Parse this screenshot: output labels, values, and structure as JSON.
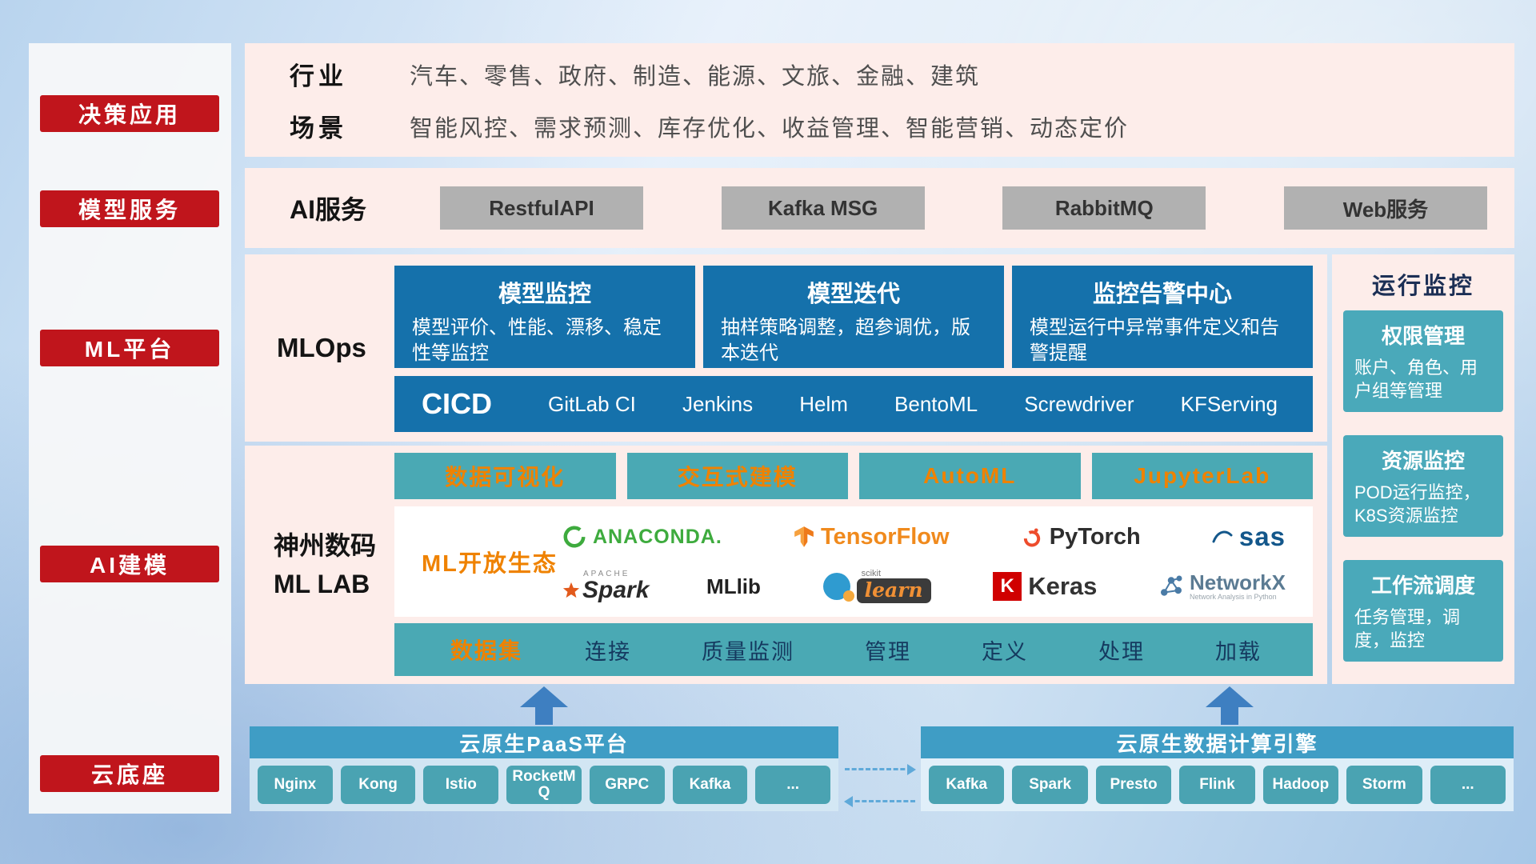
{
  "sidebar": {
    "items": [
      {
        "label": "决策应用"
      },
      {
        "label": "模型服务"
      },
      {
        "label": "ML平台"
      },
      {
        "label": "AI建模"
      },
      {
        "label": "云底座"
      }
    ]
  },
  "industry": {
    "rows": [
      {
        "label": "行业",
        "value": "汽车、零售、政府、制造、能源、文旅、金融、建筑"
      },
      {
        "label": "场景",
        "value": "智能风控、需求预测、库存优化、收益管理、智能营销、动态定价"
      }
    ]
  },
  "ai_service": {
    "label": "AI服务",
    "buttons": [
      "RestfulAPI",
      "Kafka MSG",
      "RabbitMQ",
      "Web服务"
    ]
  },
  "mlops": {
    "label": "MLOps",
    "cards": [
      {
        "title": "模型监控",
        "desc": "模型评价、性能、漂移、稳定性等监控"
      },
      {
        "title": "模型迭代",
        "desc": "抽样策略调整，超参调优，版本迭代"
      },
      {
        "title": "监控告警中心",
        "desc": "模型运行中异常事件定义和告警提醒"
      }
    ],
    "cicd_label": "CICD",
    "cicd_items": [
      "GitLab CI",
      "Jenkins",
      "Helm",
      "BentoML",
      "Screwdriver",
      "KFServing"
    ]
  },
  "monitor": {
    "title": "运行监控",
    "cards": [
      {
        "title": "权限管理",
        "desc": "账户、角色、用户组等管理"
      },
      {
        "title": "资源监控",
        "desc": "POD运行监控，K8S资源监控"
      },
      {
        "title": "工作流调度",
        "desc": "任务管理，调度，监控"
      }
    ]
  },
  "mllab": {
    "label_line1": "神州数码",
    "label_line2": "ML LAB",
    "tools": [
      "数据可视化",
      "交互式建模",
      "AutoML",
      "JupyterLab"
    ],
    "eco_label": "ML开放生态",
    "logos": {
      "anaconda": "ANACONDA.",
      "tensorflow": "TensorFlow",
      "pytorch": "PyTorch",
      "sas": "sas",
      "spark_super": "APACHE",
      "spark": "Spark",
      "mllib": "MLlib",
      "scikit_super": "scikit",
      "scikit": "learn",
      "keras_badge": "K",
      "keras": "Keras",
      "networkx": "NetworkX",
      "networkx_sub": "Network Analysis in Python"
    },
    "dataset_label": "数据集",
    "dataset_items": [
      "连接",
      "质量监测",
      "管理",
      "定义",
      "处理",
      "加载"
    ]
  },
  "bottom": {
    "paas_title": "云原生PaaS平台",
    "paas_items": [
      "Nginx",
      "Kong",
      "Istio",
      "RocketMQ",
      "GRPC",
      "Kafka",
      "..."
    ],
    "engine_title": "云原生数据计算引擎",
    "engine_items": [
      "Kafka",
      "Spark",
      "Presto",
      "Flink",
      "Hadoop",
      "Storm",
      "..."
    ]
  },
  "colors": {
    "sidebar_button_red": "#c0151c",
    "panel_pink": "#fdedea",
    "blue_card": "#1571ab",
    "teal": "#4aa9b4",
    "accent_orange": "#ef8200",
    "bottom_bar_blue": "#3f9dc5"
  }
}
